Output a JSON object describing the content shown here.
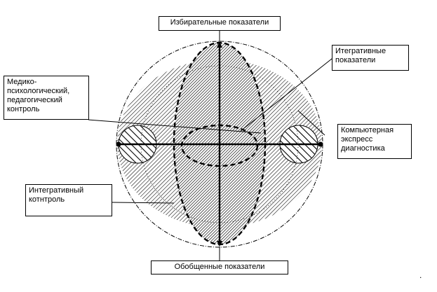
{
  "diagram": {
    "labels": {
      "top": "Избирательные показатели",
      "bottom": "Обобщенные показатели",
      "integrative_indicators": "Итегративные\nпоказатели",
      "medical_control": "Медико-\nпсихологический,\nпедагогический\nконтроль",
      "computer_diagnostics": "Компьютерная\nэкспресс\nдиагностика",
      "integrative_control": "Интегративный\nкотнтроль"
    },
    "colors": {
      "stroke": "#000000",
      "hatch": "#000000",
      "background": "#ffffff"
    },
    "corner_mark": "."
  }
}
